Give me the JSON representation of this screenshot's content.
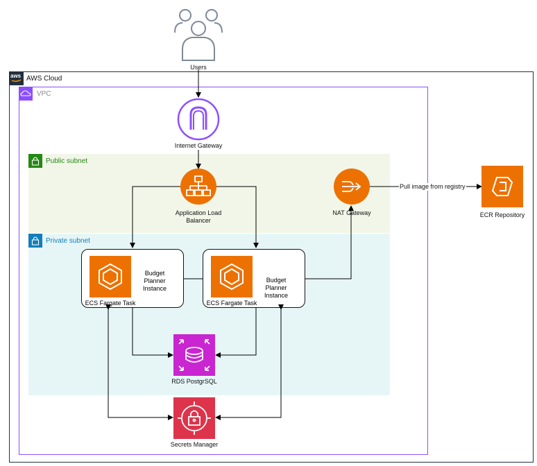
{
  "diagram": {
    "users": {
      "label": "Users"
    },
    "aws_cloud": {
      "label": "AWS Cloud",
      "logo_text": "aws"
    },
    "vpc": {
      "label": "VPC"
    },
    "internet_gateway": {
      "label": "Internet Gateway"
    },
    "public_subnet": {
      "label": "Public subnet"
    },
    "private_subnet": {
      "label": "Private subnet"
    },
    "alb": {
      "label_line1": "Application Load",
      "label_line2": "Balancer"
    },
    "nat_gateway": {
      "label": "NAT Gateway"
    },
    "ecr": {
      "label": "ECR Repository"
    },
    "pull_edge": {
      "label": "Pull image from registry"
    },
    "tasks": [
      {
        "task_label": "ECS Fargate Task",
        "name_line1": "Budget",
        "name_line2": "Planner",
        "name_line3": "Instance"
      },
      {
        "task_label": "ECS Fargate Task",
        "name_line1": "Budget",
        "name_line2": "Planner",
        "name_line3": "Instance"
      }
    ],
    "rds": {
      "label": "RDS PostgrSQL"
    },
    "secrets": {
      "label": "Secrets Manager"
    }
  },
  "colors": {
    "vpc_border": "#8c4fff",
    "public_subnet_fill": "#f2f6e8",
    "public_subnet_text": "#248814",
    "private_subnet_fill": "#e6f6f7",
    "private_subnet_text": "#147eba",
    "orange": "#ed7100",
    "purple_db": "#c925d1",
    "secrets_red": "#dd344c",
    "igw_purple": "#8c4fff"
  }
}
